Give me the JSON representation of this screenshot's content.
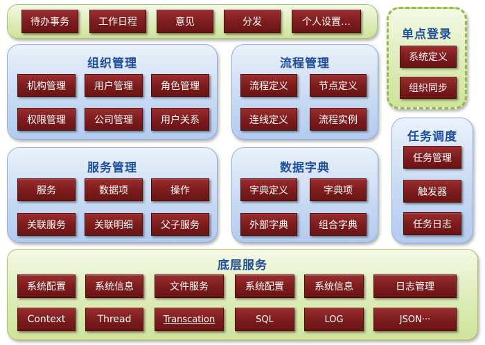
{
  "top_nav": {
    "items": [
      "待办事务",
      "工作日程",
      "意见",
      "分发",
      "个人设置…"
    ]
  },
  "sso": {
    "title": "单点登录",
    "items": [
      "系统定义",
      "组织同步"
    ]
  },
  "org": {
    "title": "组织管理",
    "items": [
      "机构管理",
      "用户管理",
      "角色管理",
      "权限管理",
      "公司管理",
      "用户关系"
    ]
  },
  "flow": {
    "title": "流程管理",
    "items": [
      "流程定义",
      "节点定义",
      "连线定义",
      "流程实例"
    ]
  },
  "task": {
    "title": "任务调度",
    "items": [
      "任务管理",
      "触发器",
      "任务日志"
    ]
  },
  "service": {
    "title": "服务管理",
    "items": [
      "服务",
      "数据项",
      "操作",
      "关联服务",
      "关联明细",
      "父子服务"
    ]
  },
  "dict": {
    "title": "数据字典",
    "items": [
      "字典定义",
      "字典项",
      "外部字典",
      "组合字典"
    ]
  },
  "base": {
    "title": "底层服务",
    "row1": [
      "系统配置",
      "系统信息",
      "文件服务",
      "系统配置",
      "系统信息",
      "日志管理"
    ],
    "row2": [
      "Context",
      "Thread",
      "Transcation",
      "SQL",
      "LOG",
      "JSON···"
    ]
  },
  "colors": {
    "button": "#7d1d1e",
    "blue_panel": "#c9dbf3",
    "green_panel": "#dcebb4",
    "title_blue": "#1f4e9c"
  }
}
